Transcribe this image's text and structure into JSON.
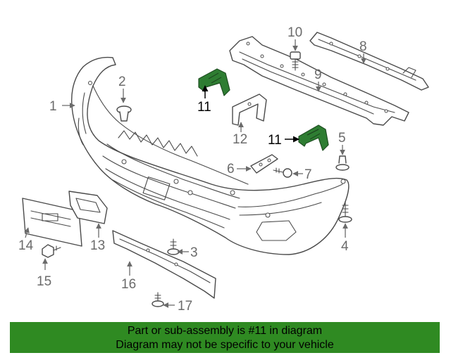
{
  "callouts": {
    "c1": "1",
    "c2": "2",
    "c3": "3",
    "c4": "4",
    "c5": "5",
    "c6": "6",
    "c7": "7",
    "c8": "8",
    "c9": "9",
    "c10": "10",
    "c11a": "11",
    "c11b": "11",
    "c12": "12",
    "c13": "13",
    "c14": "14",
    "c15": "15",
    "c16": "16",
    "c17": "17"
  },
  "highlight_color": "#2e7d32",
  "banner": {
    "line1": "Part or sub-assembly is #11 in diagram",
    "line2": "Diagram may not be specific to your vehicle",
    "color": "#2f8a22"
  }
}
